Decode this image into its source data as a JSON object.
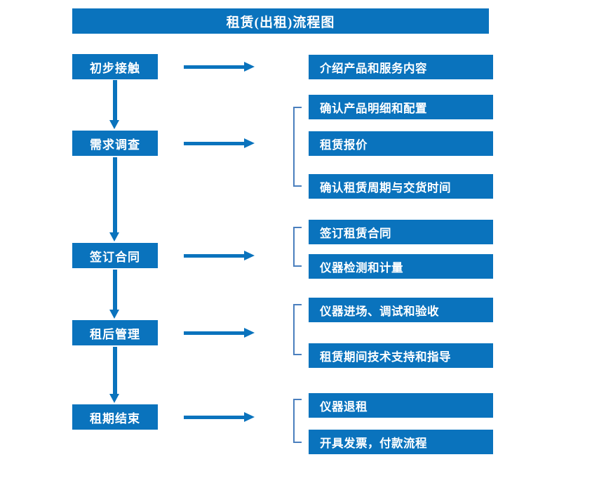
{
  "diagram": {
    "title": "租赁(出租)流程图",
    "theme_color": "#0A73BD",
    "bracket_color": "#4A7FBE",
    "stages": [
      {
        "label": "初步接触",
        "details": [
          "介绍产品和服务内容"
        ]
      },
      {
        "label": "需求调查",
        "details": [
          "确认产品明细和配置",
          "租赁报价",
          "确认租赁周期与交货时间"
        ]
      },
      {
        "label": "签订合同",
        "details": [
          "签订租赁合同",
          "仪器检测和计量"
        ]
      },
      {
        "label": "租后管理",
        "details": [
          "仪器进场、调试和验收",
          "租赁期间技术支持和指导"
        ]
      },
      {
        "label": "租期结束",
        "details": [
          "仪器退租",
          "开具发票，付款流程"
        ]
      }
    ],
    "detail_boxes": [
      "介绍产品和服务内容",
      "确认产品明细和配置",
      "租赁报价",
      "确认租赁周期与交货时间",
      "签订租赁合同",
      "仪器检测和计量",
      "仪器进场、调试和验收",
      "租赁期间技术支持和指导",
      "仪器退租",
      "开具发票，付款流程"
    ]
  }
}
